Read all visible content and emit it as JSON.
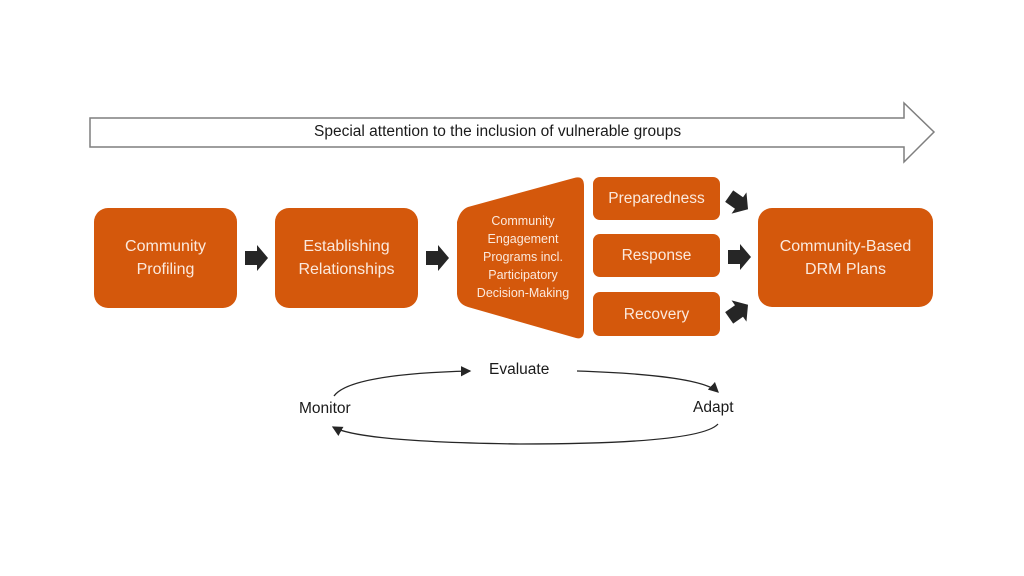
{
  "banner": {
    "text": "Special attention to the inclusion of vulnerable groups"
  },
  "steps": {
    "profiling": {
      "line1": "Community",
      "line2": "Profiling"
    },
    "relationships": {
      "line1": "Establishing",
      "line2": "Relationships"
    },
    "engagement": {
      "lines": [
        "Community",
        "Engagement",
        "Programs incl.",
        "Participatory",
        "Decision-Making"
      ]
    },
    "phases": [
      {
        "label": "Preparedness"
      },
      {
        "label": "Response"
      },
      {
        "label": "Recovery"
      }
    ],
    "plans": {
      "line1": "Community-Based",
      "line2": "DRM Plans"
    }
  },
  "cycle": {
    "evaluate": "Evaluate",
    "monitor": "Monitor",
    "adapt": "Adapt"
  },
  "colors": {
    "accent": "#D4580C",
    "text_on_accent": "#fbe9dd",
    "arrow": "#262626"
  }
}
